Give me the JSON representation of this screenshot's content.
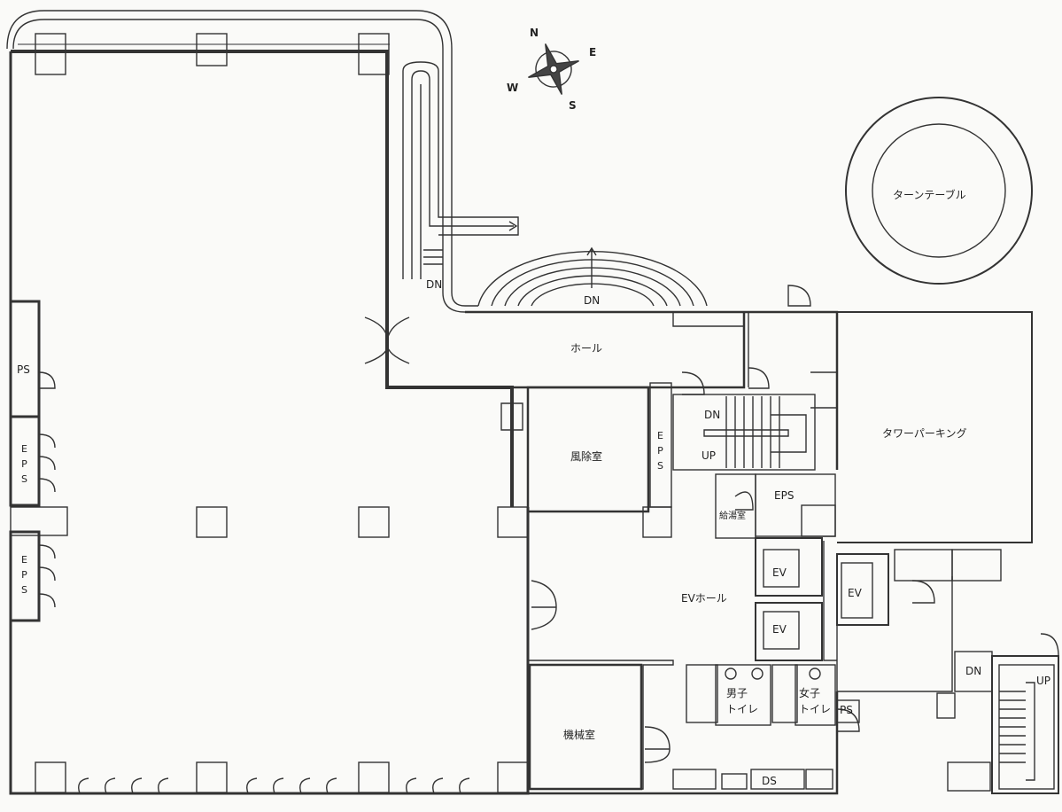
{
  "compass": {
    "n": "N",
    "e": "E",
    "s": "S",
    "w": "W"
  },
  "rooms": {
    "turntable": "ターンテーブル",
    "hall": "ホール",
    "tower_parking": "タワーパーキング",
    "windbreak_room": "風除室",
    "ev_hall": "EVホール",
    "machine_room": "機械室",
    "mens_toilet_1": "男子",
    "mens_toilet_2": "トイレ",
    "womens_toilet_1": "女子",
    "womens_toilet_2": "トイレ",
    "kitchenette": "給湯室"
  },
  "shafts": {
    "ps_left": "PS",
    "eps_left_1": "EPS",
    "eps_left_2": "EPS",
    "eps_center": "EPS",
    "eps_right": "EPS",
    "ps_right": "PS",
    "ds": "DS"
  },
  "elevators": {
    "ev1": "EV",
    "ev2": "EV",
    "ev3": "EV"
  },
  "stairs": {
    "dn_left": "DN",
    "dn_arc": "DN",
    "dn_center": "DN",
    "up_center": "UP",
    "dn_right": "DN",
    "up_right": "UP"
  }
}
